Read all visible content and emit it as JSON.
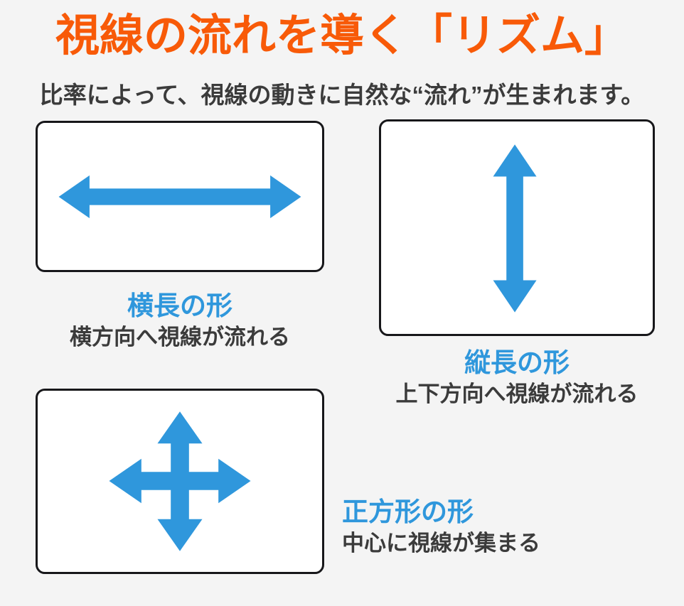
{
  "header": {
    "title": "視線の流れを導く「リズム」",
    "subtitle": "比率によって、視線の動きに自然な“流れ”が生まれます。",
    "title_color": "#f85a08",
    "subtitle_color": "#3b3b3b"
  },
  "theme": {
    "background": "#f4f4f4",
    "card_background": "#ffffff",
    "card_border": "#17171a",
    "accent_blue": "#2f97dc",
    "arrow_blue": "#2f97dc"
  },
  "cards": [
    {
      "id": "horizontal",
      "arrow_icon": "double-arrow-horizontal-icon",
      "heading": "横長の形",
      "description": "横方向へ視線が流れる"
    },
    {
      "id": "vertical",
      "arrow_icon": "double-arrow-vertical-icon",
      "heading": "縦長の形",
      "description": "上下方向へ視線が流れる"
    },
    {
      "id": "square",
      "arrow_icon": "four-way-arrow-icon",
      "heading": "正方形の形",
      "description": "中心に視線が集まる"
    }
  ]
}
